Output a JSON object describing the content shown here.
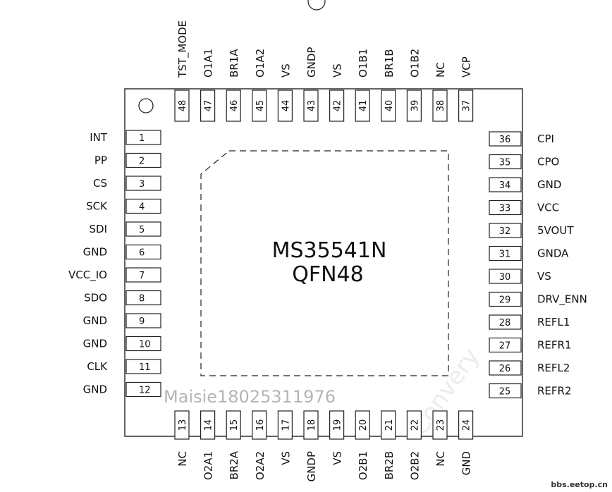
{
  "chip": {
    "name": "MS35541N",
    "package": "QFN48"
  },
  "pins": {
    "left": [
      {
        "num": "1",
        "name": "INT"
      },
      {
        "num": "2",
        "name": "PP"
      },
      {
        "num": "3",
        "name": "CS"
      },
      {
        "num": "4",
        "name": "SCK"
      },
      {
        "num": "5",
        "name": "SDI"
      },
      {
        "num": "6",
        "name": "GND"
      },
      {
        "num": "7",
        "name": "VCC_IO"
      },
      {
        "num": "8",
        "name": "SDO"
      },
      {
        "num": "9",
        "name": "GND"
      },
      {
        "num": "10",
        "name": "GND"
      },
      {
        "num": "11",
        "name": "CLK"
      },
      {
        "num": "12",
        "name": "GND"
      }
    ],
    "bottom": [
      {
        "num": "13",
        "name": "NC"
      },
      {
        "num": "14",
        "name": "O2A1"
      },
      {
        "num": "15",
        "name": "BR2A"
      },
      {
        "num": "16",
        "name": "O2A2"
      },
      {
        "num": "17",
        "name": "VS"
      },
      {
        "num": "18",
        "name": "GNDP"
      },
      {
        "num": "19",
        "name": "VS"
      },
      {
        "num": "20",
        "name": "O2B1"
      },
      {
        "num": "21",
        "name": "BR2B"
      },
      {
        "num": "22",
        "name": "O2B2"
      },
      {
        "num": "23",
        "name": "NC"
      },
      {
        "num": "24",
        "name": "GND"
      }
    ],
    "right": [
      {
        "num": "36",
        "name": "CPI"
      },
      {
        "num": "35",
        "name": "CPO"
      },
      {
        "num": "34",
        "name": "GND"
      },
      {
        "num": "33",
        "name": "VCC"
      },
      {
        "num": "32",
        "name": "5VOUT"
      },
      {
        "num": "31",
        "name": "GNDA"
      },
      {
        "num": "30",
        "name": "VS"
      },
      {
        "num": "29",
        "name": "DRV_ENN"
      },
      {
        "num": "28",
        "name": "REFL1"
      },
      {
        "num": "27",
        "name": "REFR1"
      },
      {
        "num": "26",
        "name": "REFL2"
      },
      {
        "num": "25",
        "name": "REFR2"
      }
    ],
    "top": [
      {
        "num": "48",
        "name": "TST_MODE"
      },
      {
        "num": "47",
        "name": "O1A1"
      },
      {
        "num": "46",
        "name": "BR1A"
      },
      {
        "num": "45",
        "name": "O1A2"
      },
      {
        "num": "44",
        "name": "VS"
      },
      {
        "num": "43",
        "name": "GNDP"
      },
      {
        "num": "42",
        "name": "VS"
      },
      {
        "num": "41",
        "name": "O1B1"
      },
      {
        "num": "40",
        "name": "BR1B"
      },
      {
        "num": "39",
        "name": "O1B2"
      },
      {
        "num": "38",
        "name": "NC"
      },
      {
        "num": "37",
        "name": "VCP"
      }
    ]
  },
  "watermarks": {
    "contact": "Maisie18025311976",
    "diagonal": "Convery"
  },
  "source": "bbs.eetop.cn"
}
